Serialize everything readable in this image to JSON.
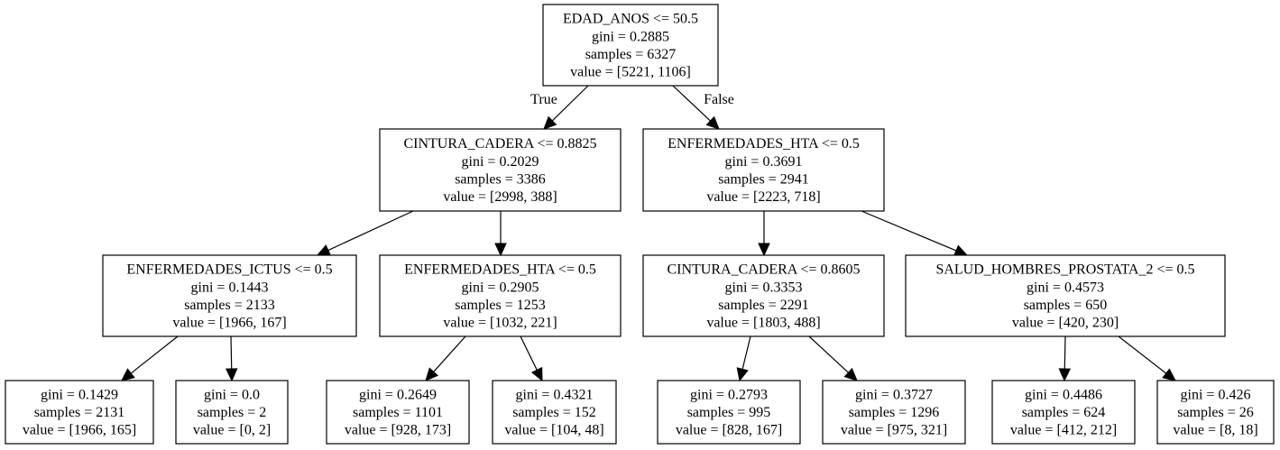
{
  "tree": {
    "edge_labels": {
      "true": "True",
      "false": "False"
    },
    "nodes": [
      {
        "id": "n0",
        "lines": [
          "EDAD_ANOS <= 50.5",
          "gini = 0.2885",
          "samples = 6327",
          "value = [5221, 1106]"
        ]
      },
      {
        "id": "n1",
        "lines": [
          "CINTURA_CADERA <= 0.8825",
          "gini = 0.2029",
          "samples = 3386",
          "value = [2998, 388]"
        ]
      },
      {
        "id": "n2",
        "lines": [
          "ENFERMEDADES_HTA <= 0.5",
          "gini = 0.3691",
          "samples = 2941",
          "value = [2223, 718]"
        ]
      },
      {
        "id": "n3",
        "lines": [
          "ENFERMEDADES_ICTUS <= 0.5",
          "gini = 0.1443",
          "samples = 2133",
          "value = [1966, 167]"
        ]
      },
      {
        "id": "n4",
        "lines": [
          "ENFERMEDADES_HTA <= 0.5",
          "gini = 0.2905",
          "samples = 1253",
          "value = [1032, 221]"
        ]
      },
      {
        "id": "n5",
        "lines": [
          "CINTURA_CADERA <= 0.8605",
          "gini = 0.3353",
          "samples = 2291",
          "value = [1803, 488]"
        ]
      },
      {
        "id": "n6",
        "lines": [
          "SALUD_HOMBRES_PROSTATA_2 <= 0.5",
          "gini = 0.4573",
          "samples = 650",
          "value = [420, 230]"
        ]
      },
      {
        "id": "n7",
        "lines": [
          "gini = 0.1429",
          "samples = 2131",
          "value = [1966, 165]"
        ]
      },
      {
        "id": "n8",
        "lines": [
          "gini = 0.0",
          "samples = 2",
          "value = [0, 2]"
        ]
      },
      {
        "id": "n9",
        "lines": [
          "gini = 0.2649",
          "samples = 1101",
          "value = [928, 173]"
        ]
      },
      {
        "id": "n10",
        "lines": [
          "gini = 0.4321",
          "samples = 152",
          "value = [104, 48]"
        ]
      },
      {
        "id": "n11",
        "lines": [
          "gini = 0.2793",
          "samples = 995",
          "value = [828, 167]"
        ]
      },
      {
        "id": "n12",
        "lines": [
          "gini = 0.3727",
          "samples = 1296",
          "value = [975, 321]"
        ]
      },
      {
        "id": "n13",
        "lines": [
          "gini = 0.4486",
          "samples = 624",
          "value = [412, 212]"
        ]
      },
      {
        "id": "n14",
        "lines": [
          "gini = 0.426",
          "samples = 26",
          "value = [8, 18]"
        ]
      }
    ],
    "edges": [
      {
        "from": "n0",
        "to": "n1"
      },
      {
        "from": "n0",
        "to": "n2"
      },
      {
        "from": "n1",
        "to": "n3"
      },
      {
        "from": "n1",
        "to": "n4"
      },
      {
        "from": "n2",
        "to": "n5"
      },
      {
        "from": "n2",
        "to": "n6"
      },
      {
        "from": "n3",
        "to": "n7"
      },
      {
        "from": "n3",
        "to": "n8"
      },
      {
        "from": "n4",
        "to": "n9"
      },
      {
        "from": "n4",
        "to": "n10"
      },
      {
        "from": "n5",
        "to": "n11"
      },
      {
        "from": "n5",
        "to": "n12"
      },
      {
        "from": "n6",
        "to": "n13"
      },
      {
        "from": "n6",
        "to": "n14"
      }
    ]
  }
}
